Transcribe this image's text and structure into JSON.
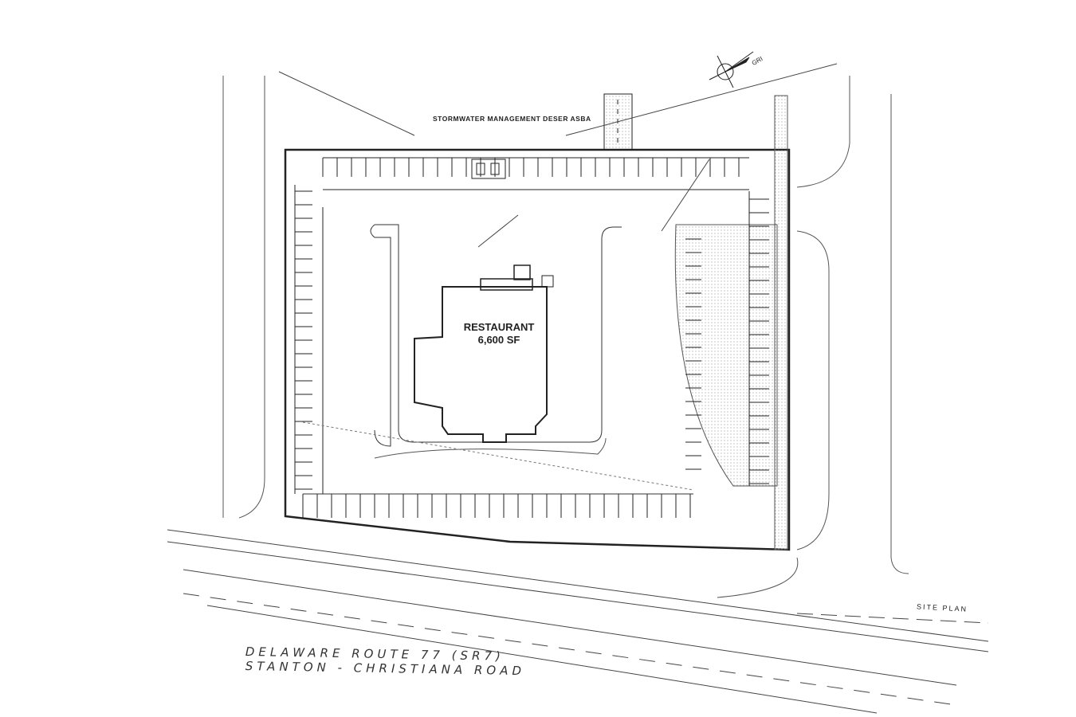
{
  "drawing": {
    "title": "SITE PLAN",
    "stormwater_label": "STORMWATER MANAGEMENT DESER ASBA",
    "building": {
      "name": "RESTAURANT",
      "area": "6,600 SF"
    },
    "road_name_line1": "DELAWARE ROUTE 77 (SR7)",
    "road_name_line2": "STANTON - CHRISTIANA ROAD",
    "north_arrow_label": "GRI"
  },
  "colors": {
    "ink": "#222222",
    "hatch": "#9a9a9a"
  }
}
